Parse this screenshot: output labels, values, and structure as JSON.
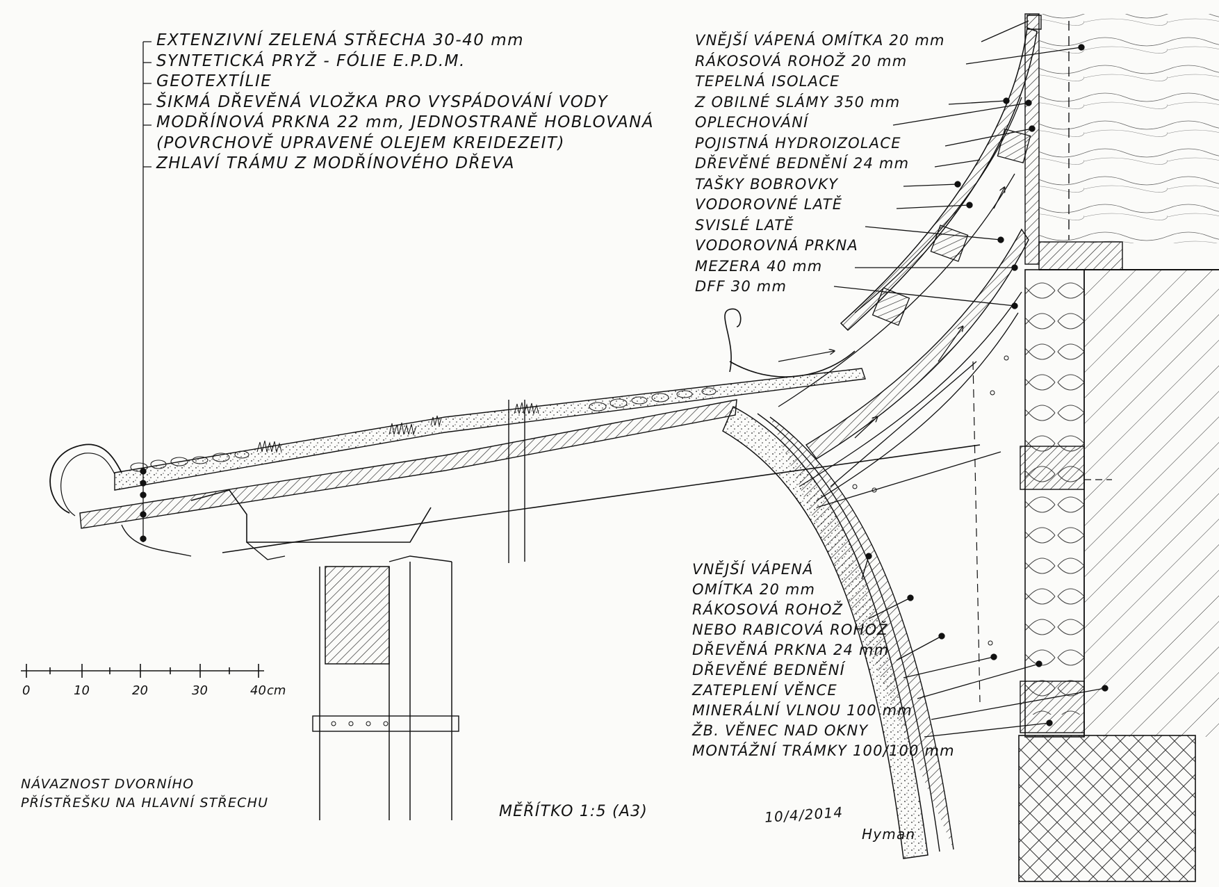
{
  "layers_top": [
    "EXTENZIVNÍ ZELENÁ STŘECHA 30-40 mm",
    "SYNTETICKÁ PRYŽ - FÓLIE E.P.D.M.",
    "GEOTEXTÍLIE",
    "ŠIKMÁ DŘEVĚNÁ VLOŽKA PRO VYSPÁDOVÁNÍ VODY",
    "MODŘÍNOVÁ PRKNA 22 mm, JEDNOSTRANĚ HOBLOVANÁ",
    "(POVRCHOVĚ UPRAVENÉ OLEJEM KREIDEZEIT)",
    "ZHLAVÍ TRÁMU Z MODŘÍNOVÉHO DŘEVA"
  ],
  "layers_wall": [
    "VNĚJŠÍ VÁPENÁ OMÍTKA 20 mm",
    "RÁKOSOVÁ ROHOŽ 20 mm",
    "TEPELNÁ ISOLACE",
    "Z OBILNÉ SLÁMY 350 mm",
    "OPLECHOVÁNÍ",
    "POJISTNÁ HYDROIZOLACE",
    "DŘEVĚNÉ BEDNĚNÍ 24 mm",
    "TAŠKY BOBROVKY",
    "VODOROVNÉ LATĚ",
    "SVISLÉ LATĚ",
    "VODOROVNÁ PRKNA",
    "MEZERA 40 mm",
    "DFF 30 mm"
  ],
  "layers_eave": [
    "VNĚJŠÍ VÁPENÁ",
    "OMÍTKA 20 mm",
    "RÁKOSOVÁ ROHOŽ",
    "NEBO RABICOVÁ ROHOŽ",
    "DŘEVĚNÁ PRKNA 24 mm",
    "DŘEVĚNÉ BEDNĚNÍ",
    "ZATEPLENÍ VĚNCE",
    "MINERÁLNÍ VLNOU 100 mm",
    "ŽB. VĚNEC NAD OKNY",
    "MONTÁŽNÍ TRÁMKY 100/100 mm"
  ],
  "scale_bar": {
    "ticks": [
      "0",
      "10",
      "20",
      "30",
      "40"
    ],
    "unit": "cm"
  },
  "title_block": [
    "NÁVAZNOST DVORNÍHO",
    "PŘÍSTŘEŠKU NA HLAVNÍ STŘECHU"
  ],
  "scale_note": "MĚŘÍTKO 1:5 (A3)",
  "date_note": "10/4/2014",
  "signature": "Hyman"
}
